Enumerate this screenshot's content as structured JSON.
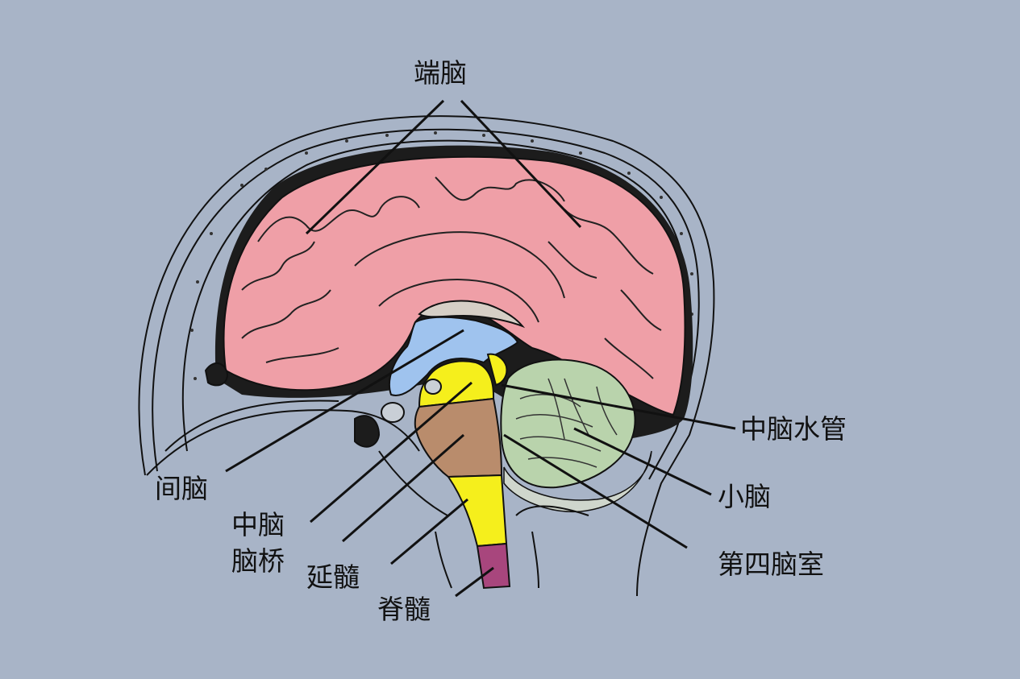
{
  "colors": {
    "background": "#a8b4c7",
    "cerebrum": "#ef9fa7",
    "diencephalon": "#9fc3ee",
    "midbrain": "#f5ef1c",
    "pons": "#b98c6c",
    "medulla": "#f5ef1c",
    "spinal_cord": "#a8467d",
    "cerebellum": "#b9d3ac",
    "outline": "#111111"
  },
  "labels": {
    "telencephalon": "端脑",
    "diencephalon": "间脑",
    "midbrain": "中脑",
    "pons": "脑桥",
    "medulla": "延髓",
    "spinal_cord": "脊髓",
    "cerebral_aqueduct": "中脑水管",
    "cerebellum": "小脑",
    "fourth_ventricle": "第四脑室"
  }
}
